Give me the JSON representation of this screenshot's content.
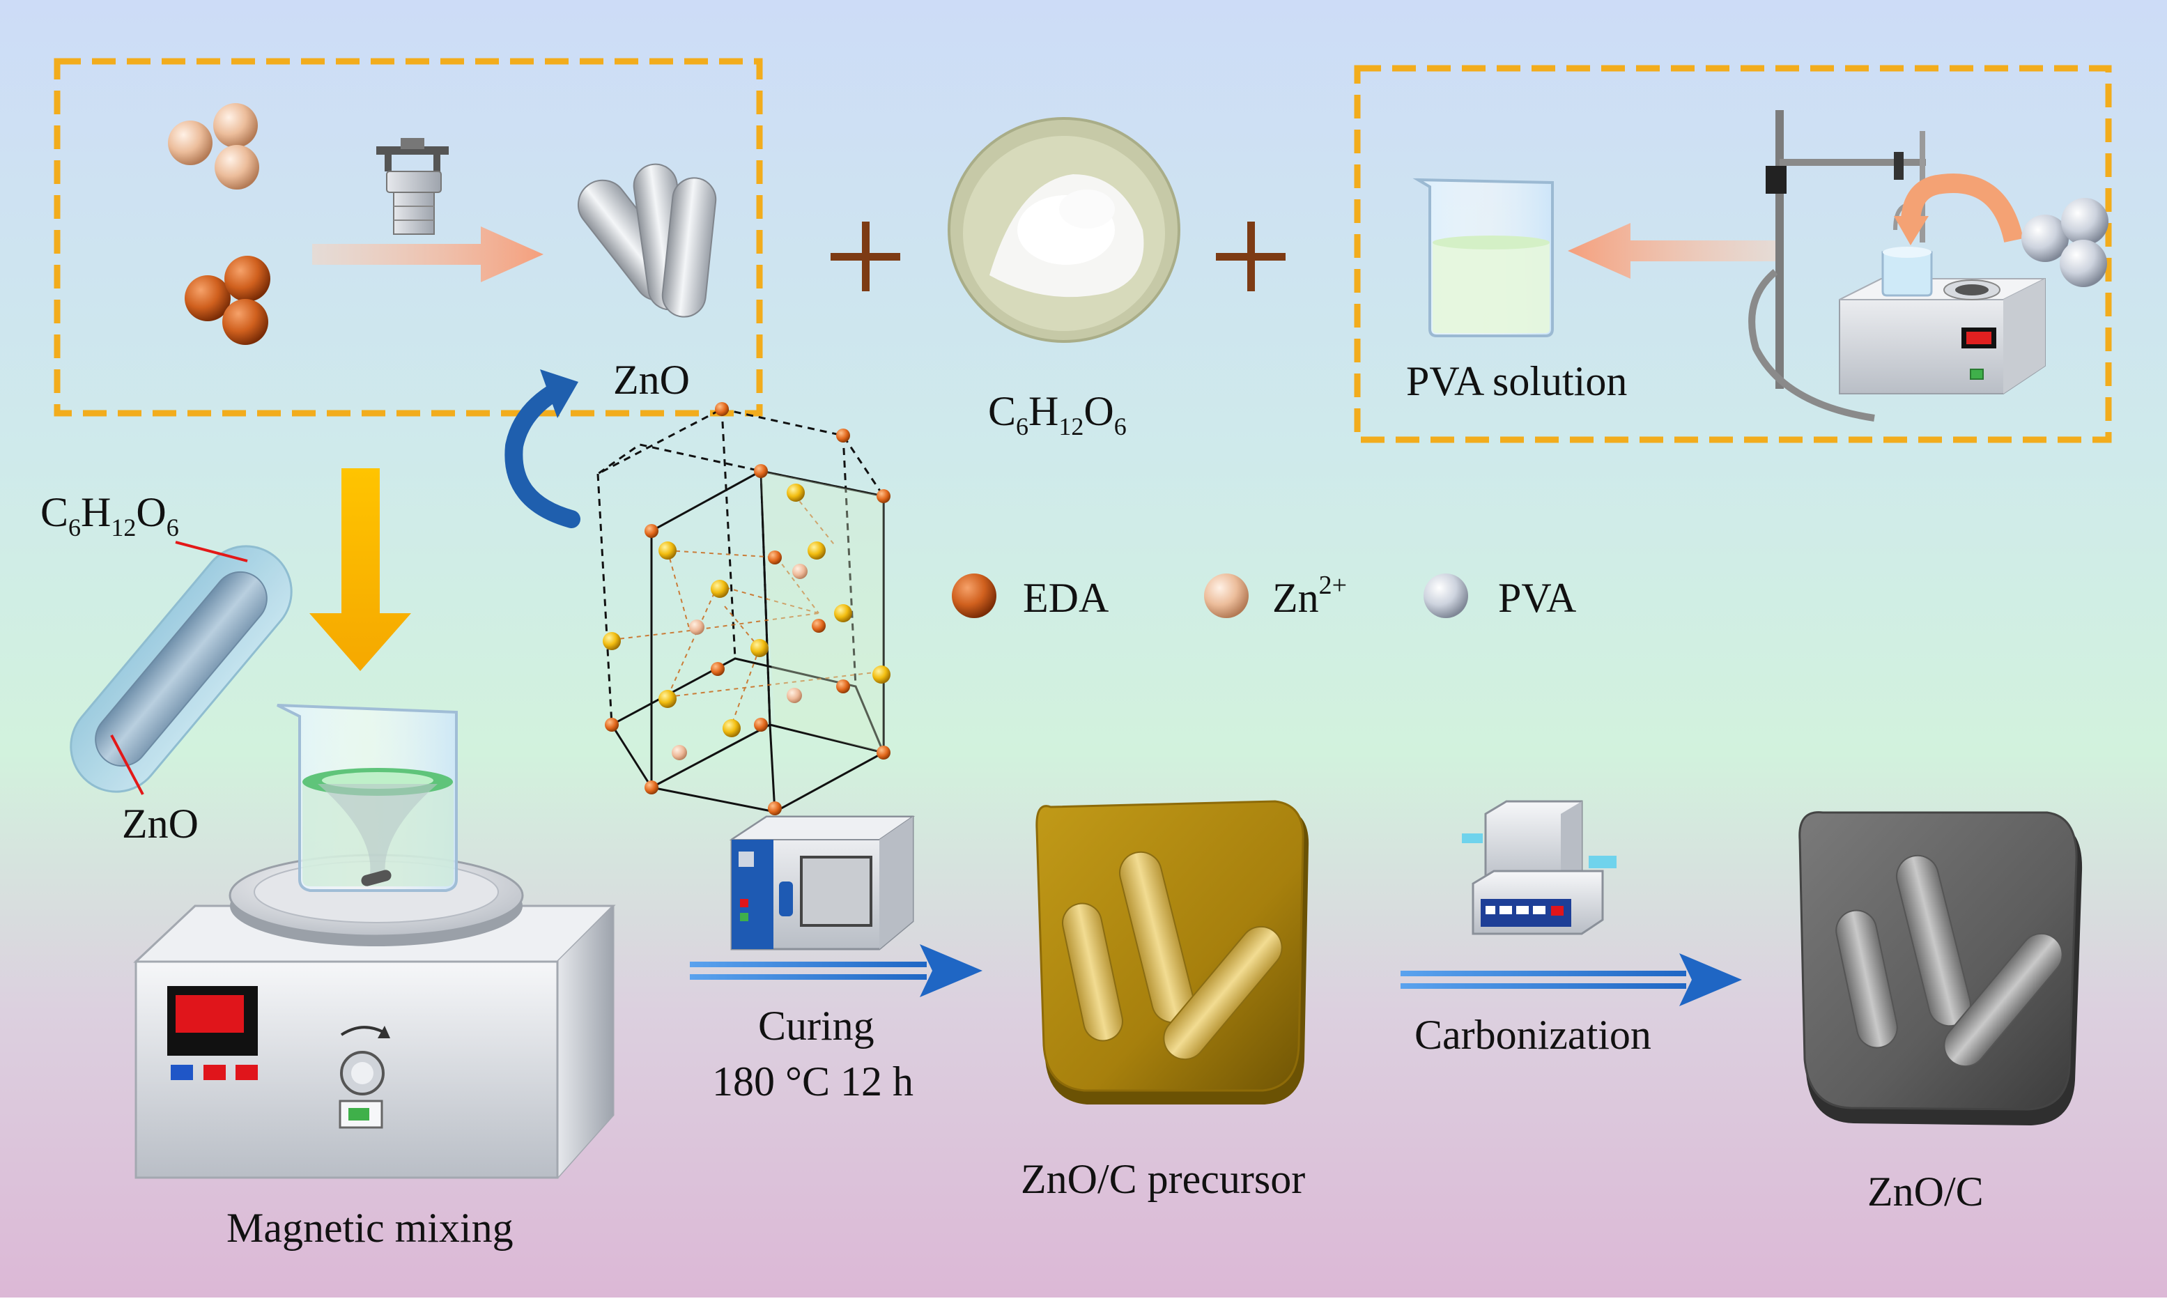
{
  "synthesis": {
    "zno_label": "ZnO",
    "glucose": {
      "base": "C",
      "sub1": "6",
      "h": "H",
      "sub2": "12",
      "o": "O",
      "sub3": "6"
    },
    "pva_solution_label": "PVA solution"
  },
  "legend": {
    "eda": "EDA",
    "zn_base": "Zn",
    "zn_charge": "2+",
    "pva": "PVA"
  },
  "rod_diagram": {
    "coating": {
      "base": "C",
      "sub1": "6",
      "h": "H",
      "sub2": "12",
      "o": "O",
      "sub3": "6"
    },
    "core_label": "ZnO"
  },
  "steps": {
    "magnetic_mixing": "Magnetic mixing",
    "curing": "Curing",
    "curing_conditions": "180 °C 12 h",
    "carbonization": "Carbonization",
    "precursor_label": "ZnO/C precursor",
    "final_label": "ZnO/C"
  },
  "colors": {
    "eda_sphere": "#c8561a",
    "zn_sphere": "#e9b896",
    "pva_sphere": "#c9d0dc",
    "dashed_box": "#f2ac1c",
    "process_arrow": "#2f7bd1",
    "down_arrow": "#f7b500",
    "precursor": "#a7800d",
    "final_product": "#5d5d5d"
  }
}
